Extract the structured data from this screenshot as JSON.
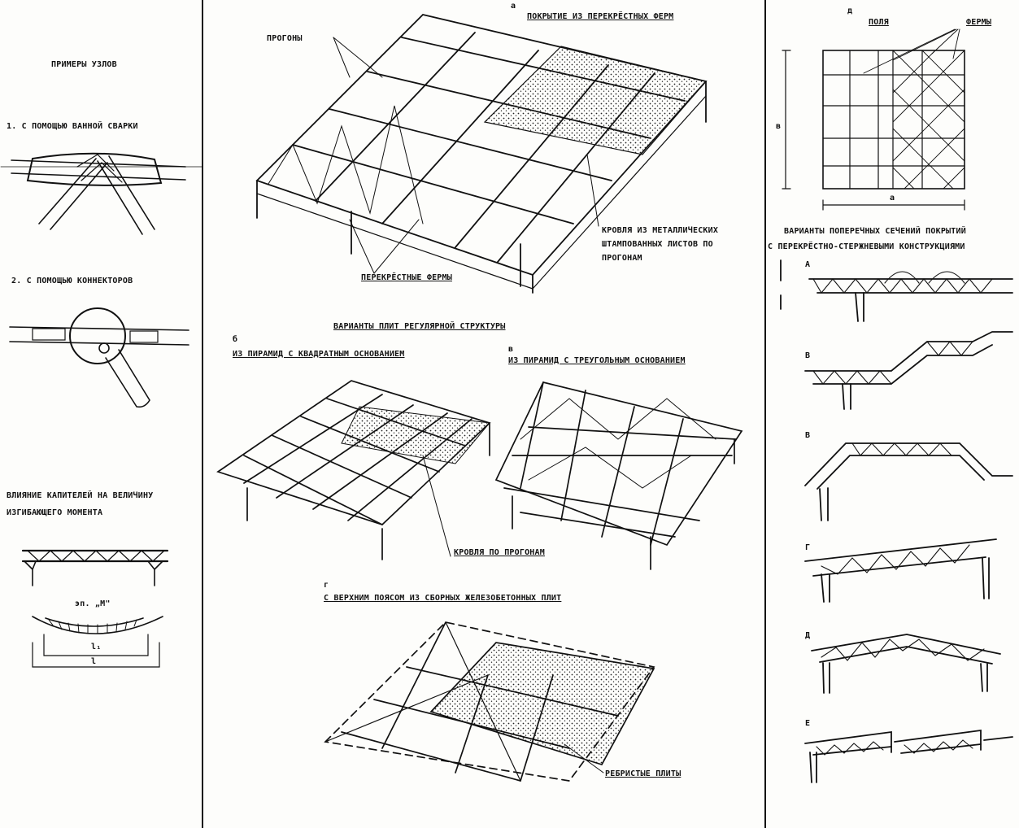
{
  "left": {
    "title": "ПРИМЕРЫ УЗЛОВ",
    "node1": "1. С ПОМОЩЬЮ ВАННОЙ СВАРКИ",
    "node2": "2. С ПОМОЩЬЮ КОННЕКТОРОВ",
    "influence_line1": "ВЛИЯНИЕ КАПИТЕЛЕЙ НА ВЕЛИЧИНУ",
    "influence_line2": "ИЗГИБАЮЩЕГО МОМЕНТА",
    "moment_label": "эп. „М\"",
    "span_l1": "l₁",
    "span_l": "l"
  },
  "center": {
    "marker_a": "а",
    "title_a": "ПОКРЫТИЕ ИЗ ПЕРЕКРЁСТНЫХ ФЕРМ",
    "label_purlins": "ПРОГОНЫ",
    "label_trusses": "ПЕРЕКРЁСТНЫЕ ФЕРМЫ",
    "roof_line1": "КРОВЛЯ ИЗ МЕТАЛЛИЧЕСКИХ",
    "roof_line2": "ШТАМПОВАННЫХ ЛИСТОВ ПО",
    "roof_line3": "ПРОГОНАМ",
    "plates_title": "ВАРИАНТЫ ПЛИТ РЕГУЛЯРНОЙ СТРУКТУРЫ",
    "marker_b": "б",
    "title_b": "ИЗ ПИРАМИД С КВАДРАТНЫМ ОСНОВАНИЕМ",
    "marker_v": "в",
    "title_v": "ИЗ ПИРАМИД С ТРЕУГОЛЬНЫМ ОСНОВАНИЕМ",
    "roof_purlins": "КРОВЛЯ ПО ПРОГОНАМ",
    "marker_g": "г",
    "title_g": "С ВЕРХНИМ ПОЯСОМ ИЗ СБОРНЫХ ЖЕЛЕЗОБЕТОННЫХ ПЛИТ",
    "ribbed": "РЕБРИСТЫЕ ПЛИТЫ"
  },
  "right": {
    "marker_d": "д",
    "plan_field": "ПОЛЯ",
    "plan_trusses": "ФЕРМЫ",
    "dim_b": "в",
    "dim_a": "а",
    "sections_line1": "ВАРИАНТЫ ПОПЕРЕЧНЫХ СЕЧЕНИЙ ПОКРЫТИЙ",
    "sections_line2": "С ПЕРЕКРЁСТНО-СТЕРЖНЕВЫМИ КОНСТРУКЦИЯМИ",
    "sec_A": "А",
    "sec_B": "В",
    "sec_V": "В",
    "sec_G": "Г",
    "sec_D": "Д",
    "sec_E": "Е"
  },
  "colors": {
    "ink": "#111111",
    "paper": "#fdfdfb",
    "stipple": "#222222"
  }
}
